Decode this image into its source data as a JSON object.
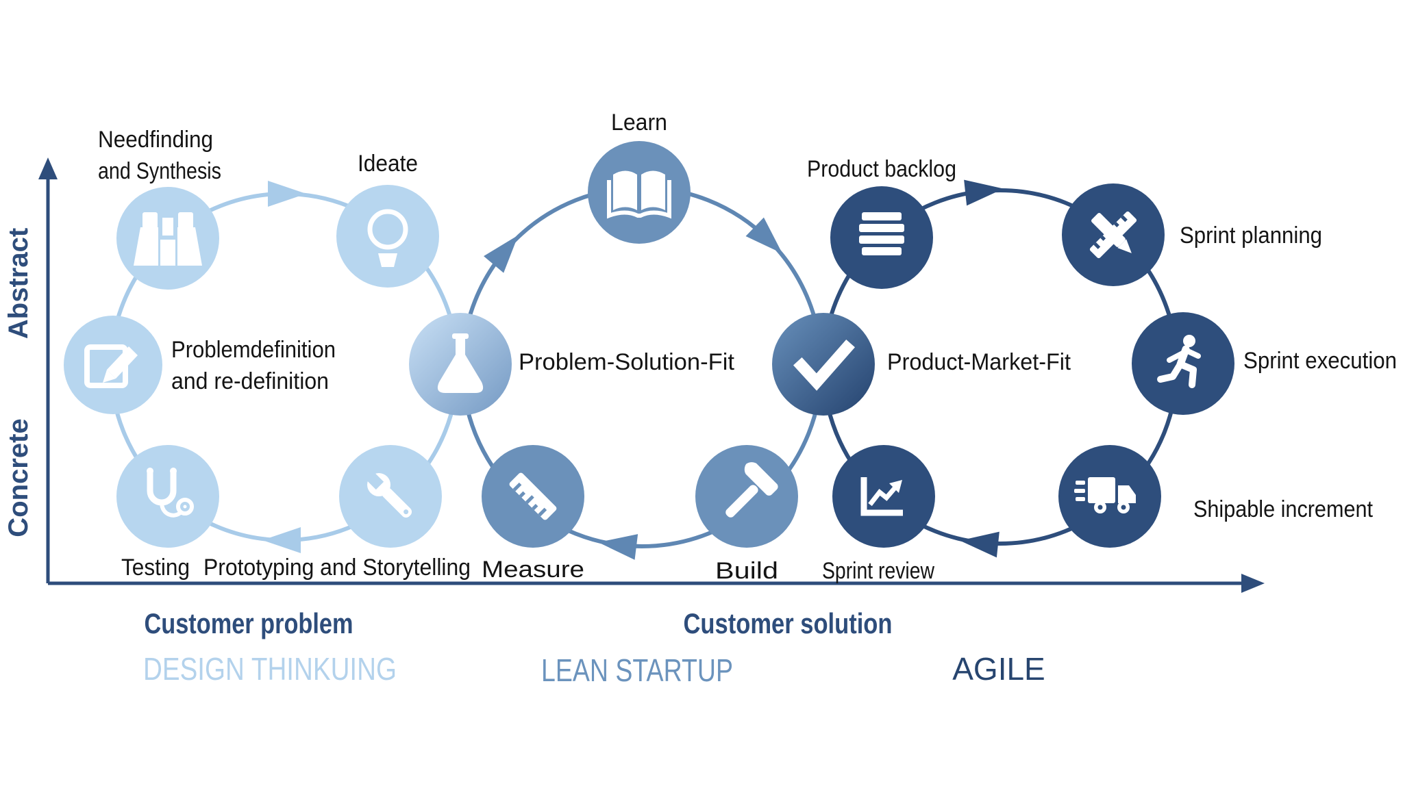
{
  "axes": {
    "y_label_top": "Abstract",
    "y_label_bottom": "Concrete",
    "x_label_left": "Customer problem",
    "x_label_right": "Customer solution"
  },
  "methodologies": {
    "design_thinking": {
      "title": "DESIGN THINKUING",
      "color": "#a8cbe9"
    },
    "lean_startup": {
      "title": "LEAN STARTUP",
      "color": "#5f87b3"
    },
    "agile": {
      "title": "AGILE",
      "color": "#2e4e7c"
    }
  },
  "nodes": {
    "needfinding": {
      "line1": "Needfinding",
      "line2": "and Synthesis",
      "icon": "binoculars-icon"
    },
    "ideate": {
      "label": "Ideate",
      "icon": "lightbulb-icon"
    },
    "problem_definition": {
      "line1": "Problemdefinition",
      "line2": "and re-definition",
      "icon": "edit-note-icon"
    },
    "testing": {
      "label": "Testing",
      "icon": "stethoscope-icon"
    },
    "prototyping": {
      "label": "Prototyping and Storytelling",
      "icon": "wrench-icon"
    },
    "problem_solution_fit": {
      "label": "Problem-Solution-Fit",
      "icon": "flask-icon"
    },
    "learn": {
      "label": "Learn",
      "icon": "open-book-icon"
    },
    "measure": {
      "label": "Measure",
      "icon": "ruler-icon"
    },
    "build": {
      "label": "Build",
      "icon": "hammer-icon"
    },
    "product_market_fit": {
      "label": "Product-Market-Fit",
      "icon": "checkmark-icon"
    },
    "product_backlog": {
      "label": "Product backlog",
      "icon": "stacked-list-icon"
    },
    "sprint_planning": {
      "label": "Sprint planning",
      "icon": "pencil-ruler-icon"
    },
    "sprint_execution": {
      "label": "Sprint execution",
      "icon": "runner-icon"
    },
    "shipable_increment": {
      "label": "Shipable increment",
      "icon": "delivery-truck-icon"
    },
    "sprint_review": {
      "label": "Sprint review",
      "icon": "line-chart-icon"
    }
  },
  "colors": {
    "design_thinking_node": "#b7d6ef",
    "design_thinking_ring": "#a8cbe9",
    "lean_node": "#6b91ba",
    "lean_ring": "#5f87b3",
    "agile_node": "#2e4e7c",
    "axis": "#2e4d7b",
    "label_text": "#141414",
    "design_title_text": "#b3d2ec",
    "lean_title_text": "#6b93bd",
    "agile_title_text": "#27456f",
    "flask_gradient_start": "#c9e0f5",
    "flask_gradient_end": "#7499c3",
    "check_gradient_start": "#6890bb",
    "check_gradient_end": "#24426e"
  }
}
